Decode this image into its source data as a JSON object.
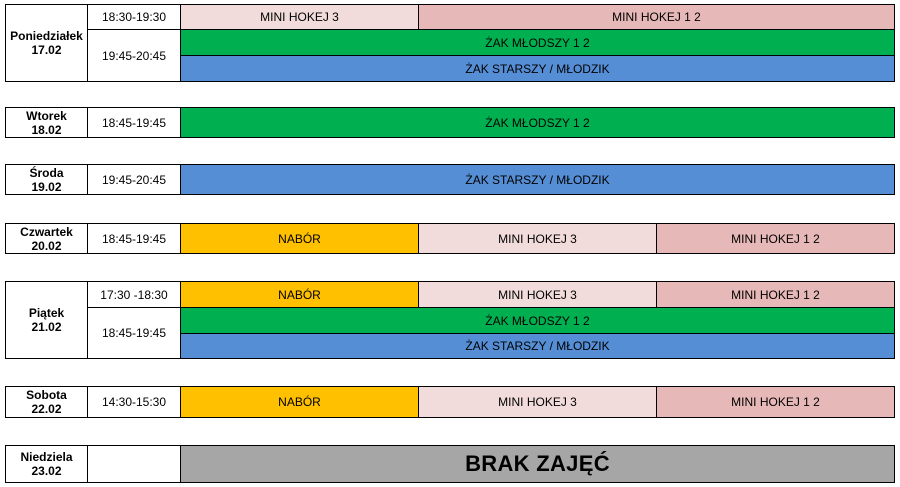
{
  "days": [
    {
      "name": "Poniedziałek",
      "date": "17.02"
    },
    {
      "name": "Wtorek",
      "date": "18.02"
    },
    {
      "name": "Środa",
      "date": "19.02"
    },
    {
      "name": "Czwartek",
      "date": "20.02"
    },
    {
      "name": "Piątek",
      "date": "21.02"
    },
    {
      "name": "Sobota",
      "date": "22.02"
    },
    {
      "name": "Niedziela",
      "date": "23.02"
    }
  ],
  "times": {
    "mon_1": "18:30-19:30",
    "mon_2": "19:45-20:45",
    "tue": "18:45-19:45",
    "wed": "19:45-20:45",
    "thu": "18:45-19:45",
    "fri_1": "17:30 -18:30",
    "fri_2": "18:45-19:45",
    "sat": "14:30-15:30",
    "sun": ""
  },
  "groups": {
    "mini3": "MINI HOKEJ 3",
    "mini12": "MINI HOKEJ 1 2",
    "zak_mlodszy": "ŻAK MŁODSZY 1 2",
    "zak_starszy": "ŻAK STARSZY / MŁODZIK",
    "nabor": "NABÓR"
  },
  "no_classes": "BRAK ZAJĘĆ",
  "colors": {
    "mini3": "#f2dcdb",
    "mini12": "#e6b8b7",
    "zak_mlodszy": "#00b050",
    "zak_starszy": "#558ed5",
    "nabor": "#ffc000",
    "no_classes": "#a6a6a6"
  }
}
